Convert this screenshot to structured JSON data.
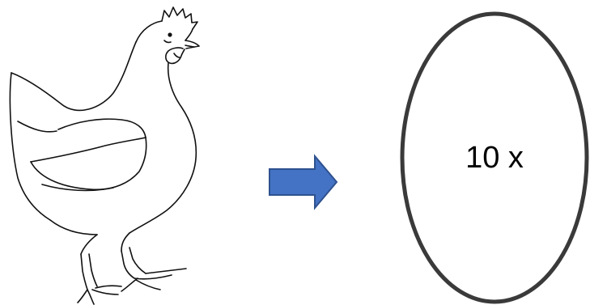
{
  "diagram": {
    "chicken": {
      "icon": "chicken-line-drawing",
      "stroke_color": "#111111"
    },
    "arrow": {
      "icon": "right-arrow",
      "fill_color": "#4472C4",
      "stroke_color": "#2F528F"
    },
    "egg": {
      "icon": "egg-outline",
      "stroke_color": "#3A3A3A",
      "label": "10 x"
    }
  }
}
